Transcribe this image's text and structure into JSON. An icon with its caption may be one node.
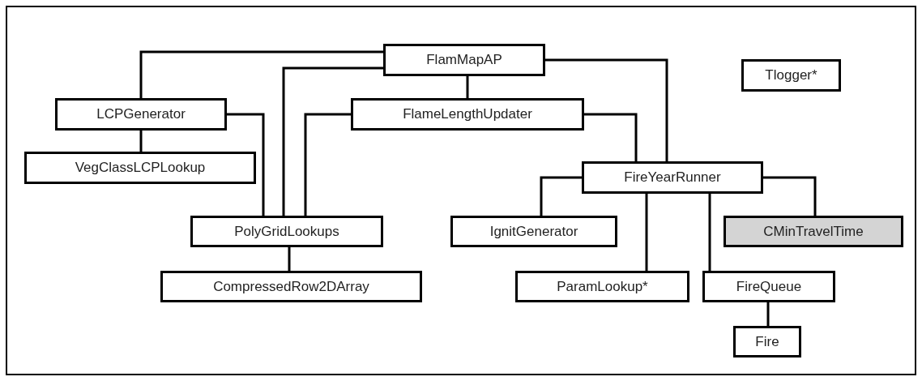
{
  "diagram": {
    "nodes": [
      {
        "text": [
          "FlamMapAP"
        ]
      },
      {
        "text": [
          "Tlogger*"
        ]
      },
      {
        "text": [
          "LCPGenerator"
        ]
      },
      {
        "text": [
          "FlameLengthUpdater"
        ]
      },
      {
        "text": [
          "VegClassLCPLookup"
        ]
      },
      {
        "text": [
          "FireYearRunner"
        ]
      },
      {
        "text": [
          "PolyGridLookups"
        ]
      },
      {
        "text": [
          "IgnitGenerator"
        ]
      },
      {
        "text": [
          "CMinTravelTime"
        ]
      },
      {
        "text": [
          "CompressedRow2DArray"
        ]
      },
      {
        "text": [
          "ParamLookup*"
        ]
      },
      {
        "text": [
          "FireQueue"
        ]
      },
      {
        "text": [
          "Fire"
        ]
      }
    ],
    "edges": [
      {
        "from": 0,
        "to": 2,
        "arrow": "none"
      },
      {
        "from": 0,
        "to": 6,
        "arrow": "none"
      },
      {
        "from": 0,
        "to": 3,
        "arrow": "none"
      },
      {
        "from": 0,
        "to": 5,
        "arrow": "none"
      },
      {
        "from": 2,
        "to": 4,
        "arrow": "none"
      },
      {
        "from": 2,
        "to": 6,
        "arrow": "none"
      },
      {
        "from": 3,
        "to": 6,
        "arrow": "none"
      },
      {
        "from": 3,
        "to": 5,
        "arrow": "none"
      },
      {
        "from": 5,
        "to": 7,
        "arrow": "none"
      },
      {
        "from": 5,
        "to": 10,
        "arrow": "none"
      },
      {
        "from": 5,
        "to": 11,
        "arrow": "none"
      },
      {
        "from": 5,
        "to": 8,
        "arrow": "none"
      },
      {
        "from": 6,
        "to": 9,
        "arrow": "none"
      },
      {
        "from": 11,
        "to": 12,
        "arrow": "none"
      }
    ]
  }
}
